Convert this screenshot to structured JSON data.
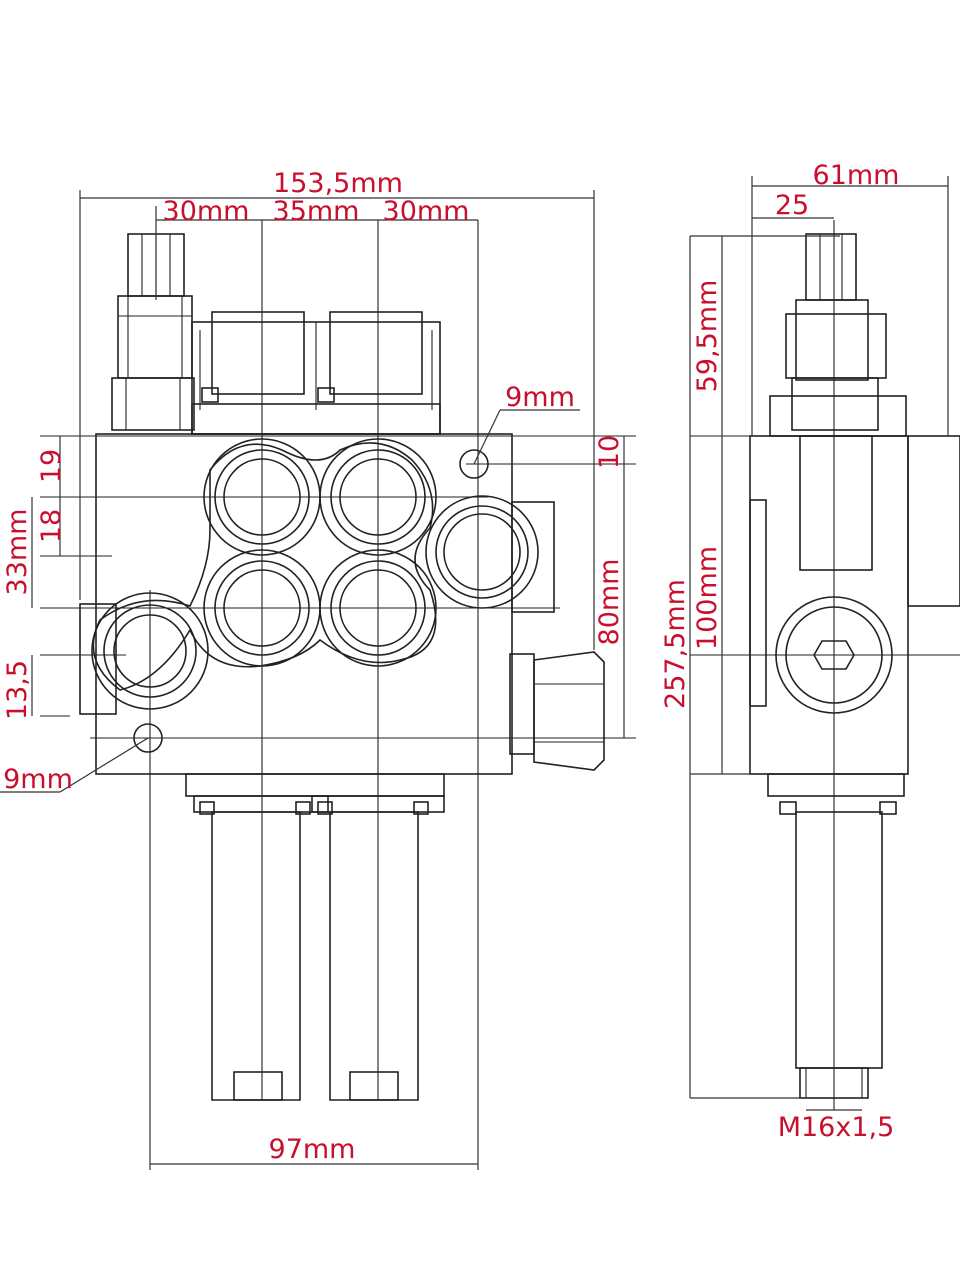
{
  "colors": {
    "dimension_text": "#c8102e",
    "line": "#222222",
    "background": "#ffffff"
  },
  "labels": {
    "overall_width": "153,5mm",
    "spool_spacing_1": "30mm",
    "spool_spacing_2": "35mm",
    "spool_spacing_3": "30mm",
    "hole_top": "9mm",
    "hole_bottom": "9mm",
    "dim_19": "19",
    "dim_18": "18",
    "dim_33": "33mm",
    "dim_13_5": "13,5",
    "dim_10": "10",
    "dim_80": "80mm",
    "mount_spacing": "97mm",
    "side_width": "61mm",
    "side_25": "25",
    "side_59_5": "59,5mm",
    "side_100": "100mm",
    "side_257_5": "257,5mm",
    "thread": "M16x1,5"
  }
}
